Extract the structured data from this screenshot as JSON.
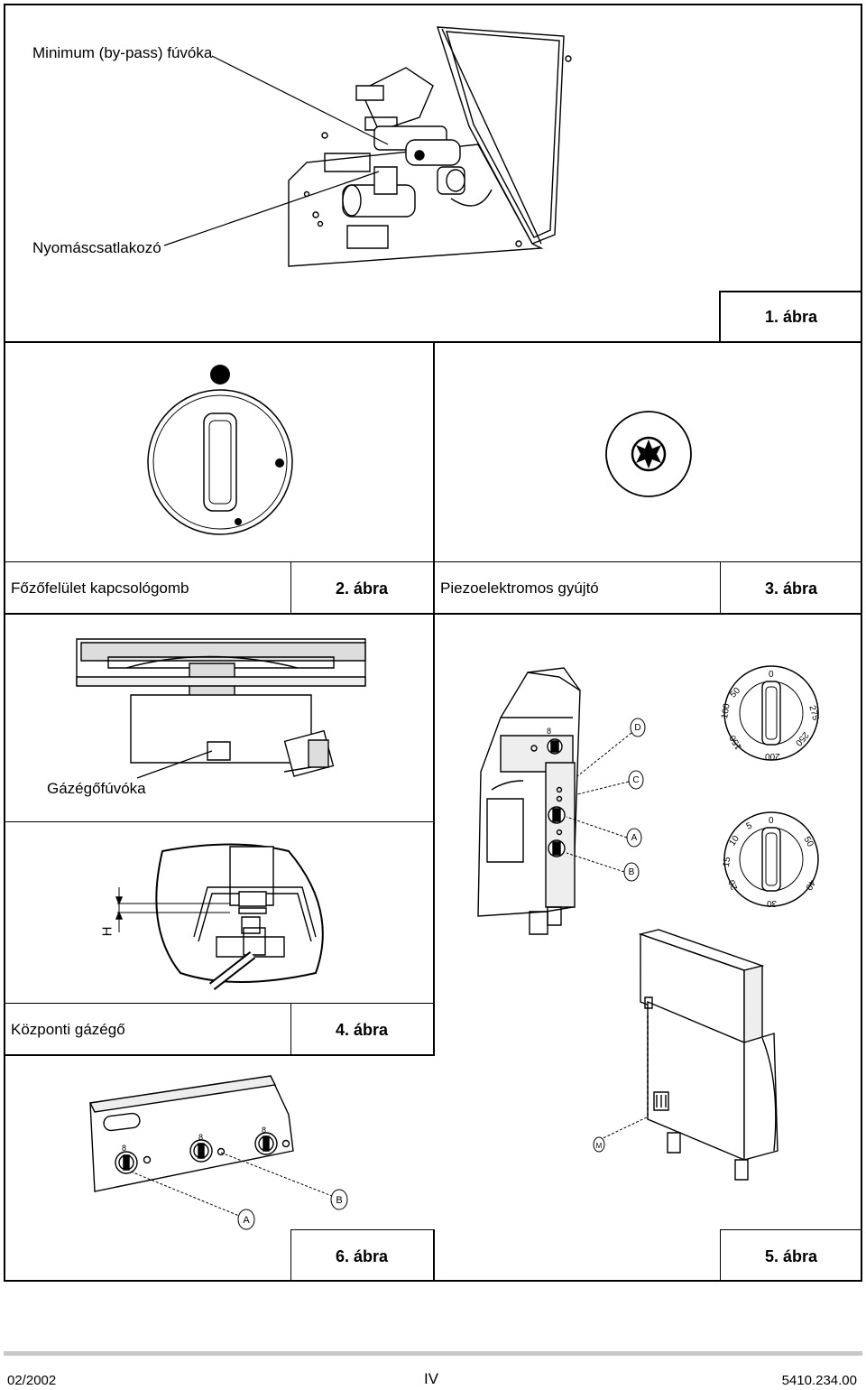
{
  "fig1": {
    "label_bypass": "Minimum (by-pass) fúvóka",
    "label_pressure": "Nyomáscsatlakozó",
    "caption": "1. ábra"
  },
  "fig2": {
    "label": "Főzőfelület kapcsológomb",
    "caption": "2. ábra"
  },
  "fig3": {
    "label": "Piezoelektromos gyújtó",
    "caption": "3. ábra"
  },
  "fig_gas": {
    "label": "Gázégőfúvóka"
  },
  "fig4": {
    "label": "Központi gázégő",
    "caption": "4. ábra",
    "dim_label": "H"
  },
  "fig5": {
    "caption": "5. ábra",
    "callouts": [
      "D",
      "C",
      "A",
      "B",
      "M"
    ],
    "knob1_scale": [
      "0",
      "275",
      "250",
      "200",
      "150",
      "100",
      "50"
    ],
    "knob2_scale": [
      "0",
      "50",
      "40",
      "30",
      "20",
      "15",
      "10",
      "5"
    ],
    "knob_mark": "8"
  },
  "fig6": {
    "caption": "6. ábra",
    "callouts": [
      "A",
      "B"
    ],
    "knob_mark": "8"
  },
  "footer": {
    "date": "02/2002",
    "page": "IV",
    "doc_number": "5410.234.00"
  }
}
